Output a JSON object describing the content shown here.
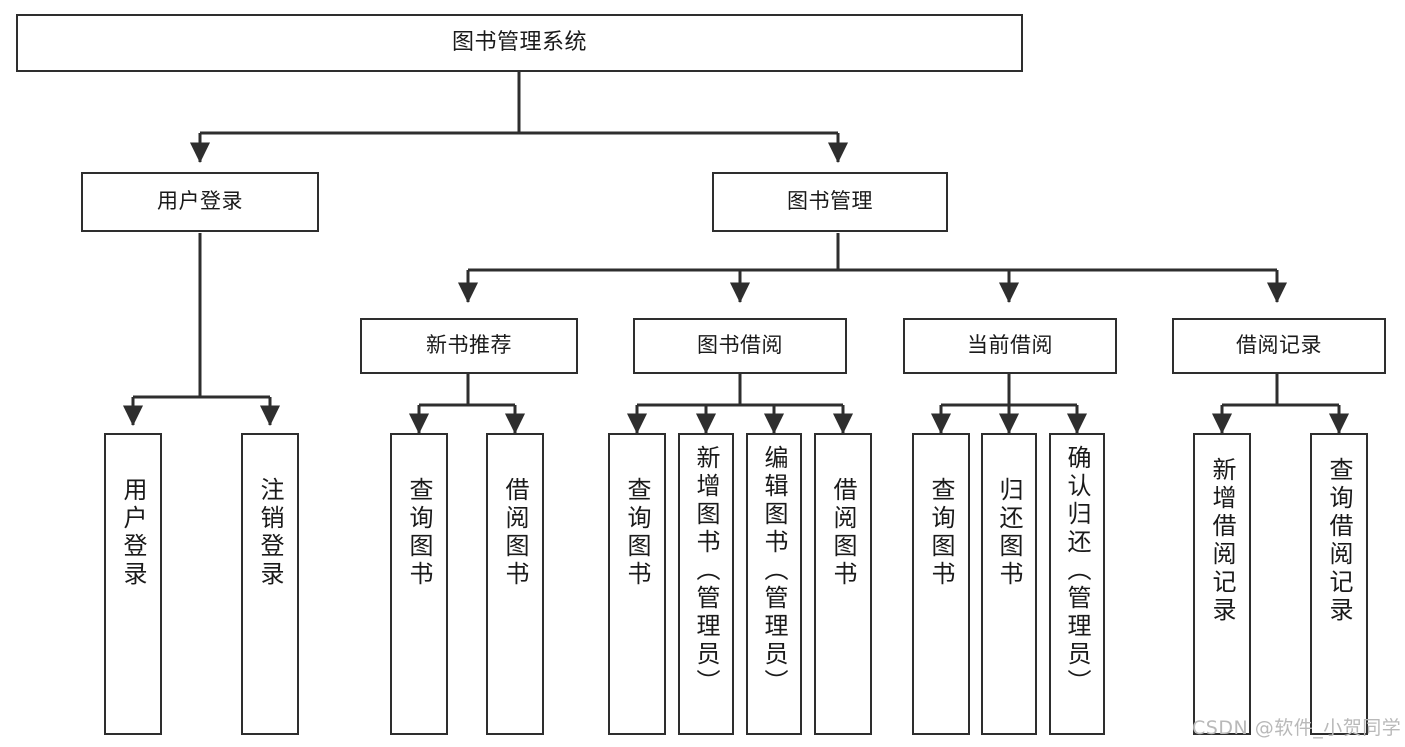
{
  "diagram": {
    "type": "tree",
    "title": "图书管理系统",
    "orientation": "top-down",
    "background_color": "#ffffff",
    "border_color": "#2e2e2e",
    "text_color": "#1a1a1a",
    "watermark": "CSDN @软件_小贺同学",
    "watermark_color": "#b9b9b9",
    "levels": 4,
    "nodes": {
      "root": {
        "label": "图书管理系统",
        "level": 0
      },
      "l1": [
        {
          "id": "user-login",
          "label": "用户登录",
          "level": 1
        },
        {
          "id": "book-manage",
          "label": "图书管理",
          "level": 1
        }
      ],
      "l2": [
        {
          "id": "new-book-recommend",
          "label": "新书推荐",
          "level": 2,
          "parent": "book-manage"
        },
        {
          "id": "book-borrow",
          "label": "图书借阅",
          "level": 2,
          "parent": "book-manage"
        },
        {
          "id": "current-borrow",
          "label": "当前借阅",
          "level": 2,
          "parent": "book-manage"
        },
        {
          "id": "borrow-record",
          "label": "借阅记录",
          "level": 2,
          "parent": "book-manage"
        }
      ],
      "leaves": [
        {
          "id": "leaf-user-login",
          "label": "用户登录",
          "parent": "user-login"
        },
        {
          "id": "leaf-logout",
          "label": "注销登录",
          "parent": "user-login"
        },
        {
          "id": "leaf-query-book-1",
          "label": "查询图书",
          "parent": "new-book-recommend"
        },
        {
          "id": "leaf-borrow-book-1",
          "label": "借阅图书",
          "parent": "new-book-recommend"
        },
        {
          "id": "leaf-query-book-2",
          "label": "查询图书",
          "parent": "book-borrow"
        },
        {
          "id": "leaf-add-book",
          "label": "新增图书（管理员）",
          "parent": "book-borrow"
        },
        {
          "id": "leaf-edit-book",
          "label": "编辑图书（管理员）",
          "parent": "book-borrow"
        },
        {
          "id": "leaf-borrow-book-2",
          "label": "借阅图书",
          "parent": "book-borrow"
        },
        {
          "id": "leaf-query-book-3",
          "label": "查询图书",
          "parent": "current-borrow"
        },
        {
          "id": "leaf-return-book",
          "label": "归还图书",
          "parent": "current-borrow"
        },
        {
          "id": "leaf-confirm-return",
          "label": "确认归还（管理员）",
          "parent": "current-borrow"
        },
        {
          "id": "leaf-add-record",
          "label": "新增借阅记录",
          "parent": "borrow-record"
        },
        {
          "id": "leaf-query-record",
          "label": "查询借阅记录",
          "parent": "borrow-record"
        }
      ]
    }
  }
}
